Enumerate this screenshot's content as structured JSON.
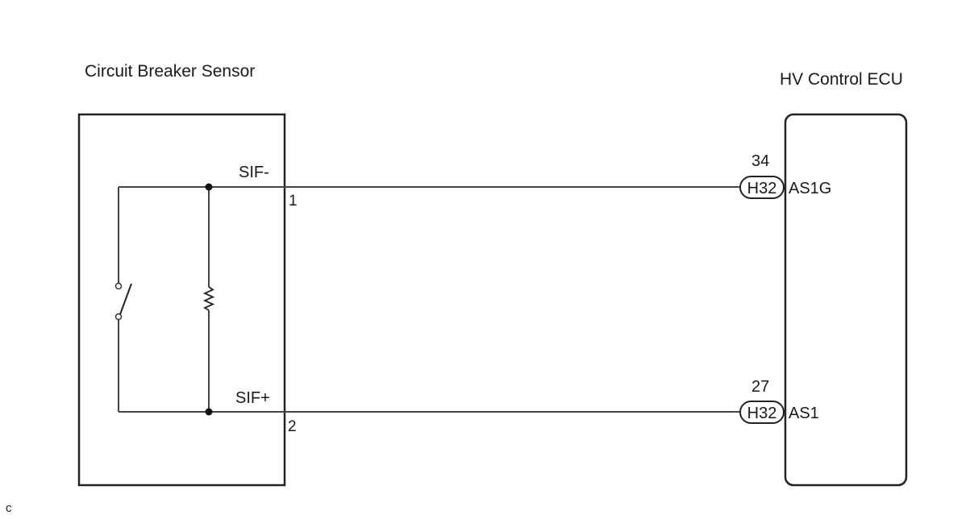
{
  "components": {
    "sensor": {
      "title": "Circuit Breaker Sensor",
      "pins": [
        {
          "signal": "SIF-",
          "number": "1"
        },
        {
          "signal": "SIF+",
          "number": "2"
        }
      ]
    },
    "ecu": {
      "title": "HV Control ECU",
      "pins": [
        {
          "connector": "H32",
          "number": "34",
          "terminal": "AS1G"
        },
        {
          "connector": "H32",
          "number": "27",
          "terminal": "AS1"
        }
      ]
    }
  },
  "footer_mark": "c"
}
